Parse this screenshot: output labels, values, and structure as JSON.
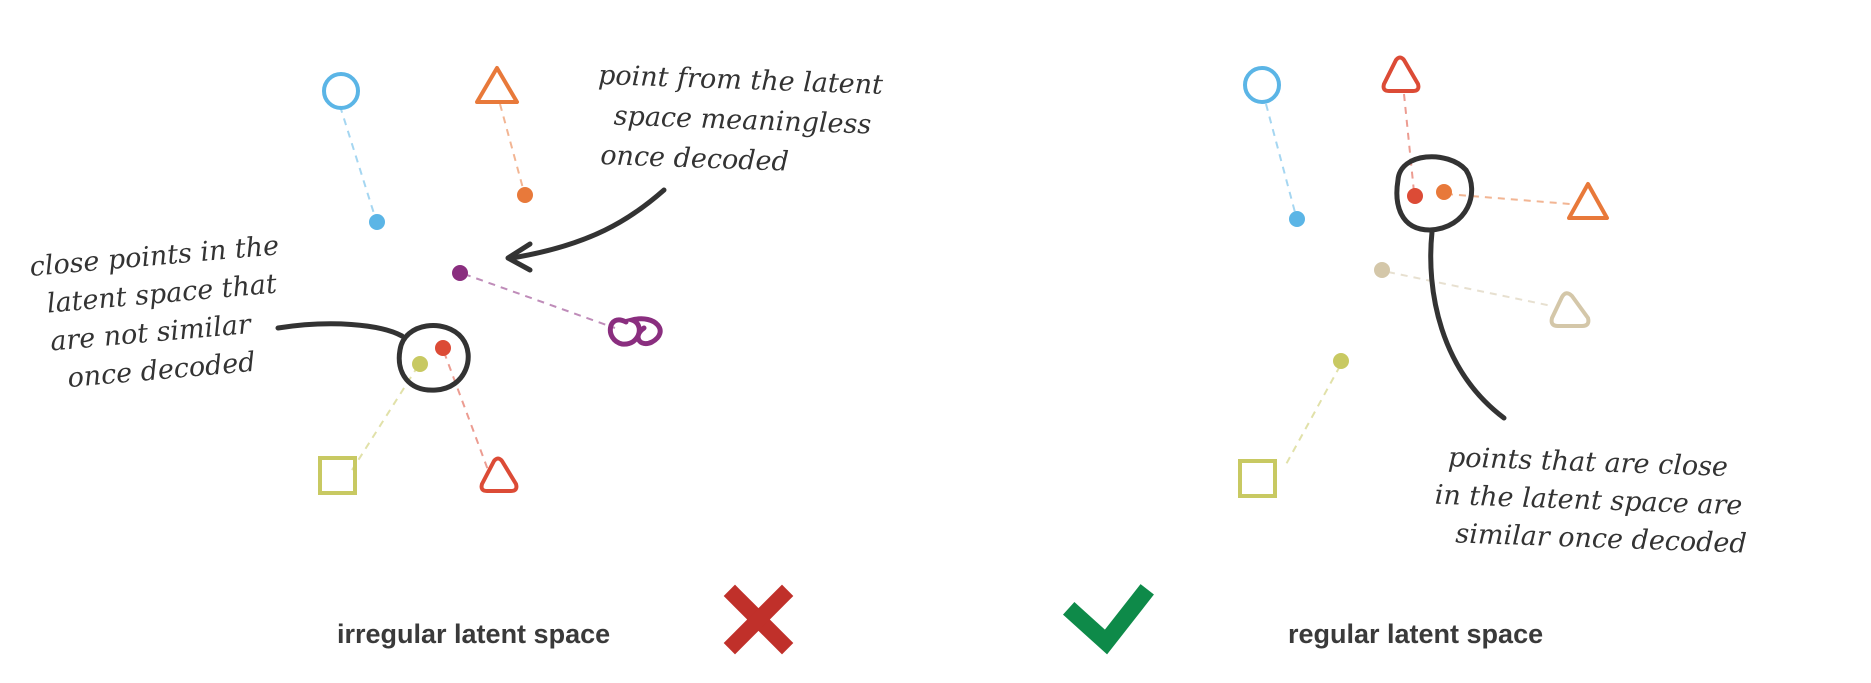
{
  "colors": {
    "blue": "#5bb5e6",
    "orange": "#e8793a",
    "purple": "#8a2e7f",
    "red": "#dc4b36",
    "olive": "#c8c962",
    "beige": "#d4c7a9",
    "dark": "#333333",
    "cross": "#c0302a",
    "check": "#0e8a49"
  },
  "left_panel": {
    "caption": "irregular latent space",
    "annotation_top": [
      "point from the latent",
      "space meaningless",
      "once decoded"
    ],
    "annotation_left": [
      "close points in the",
      "latent space that",
      "are not similar",
      "once decoded"
    ],
    "status_icon": "cross-icon"
  },
  "right_panel": {
    "caption": "regular latent space",
    "annotation_bottom": [
      "points that are close",
      "in the latent space are",
      "similar once decoded"
    ],
    "status_icon": "check-icon"
  }
}
